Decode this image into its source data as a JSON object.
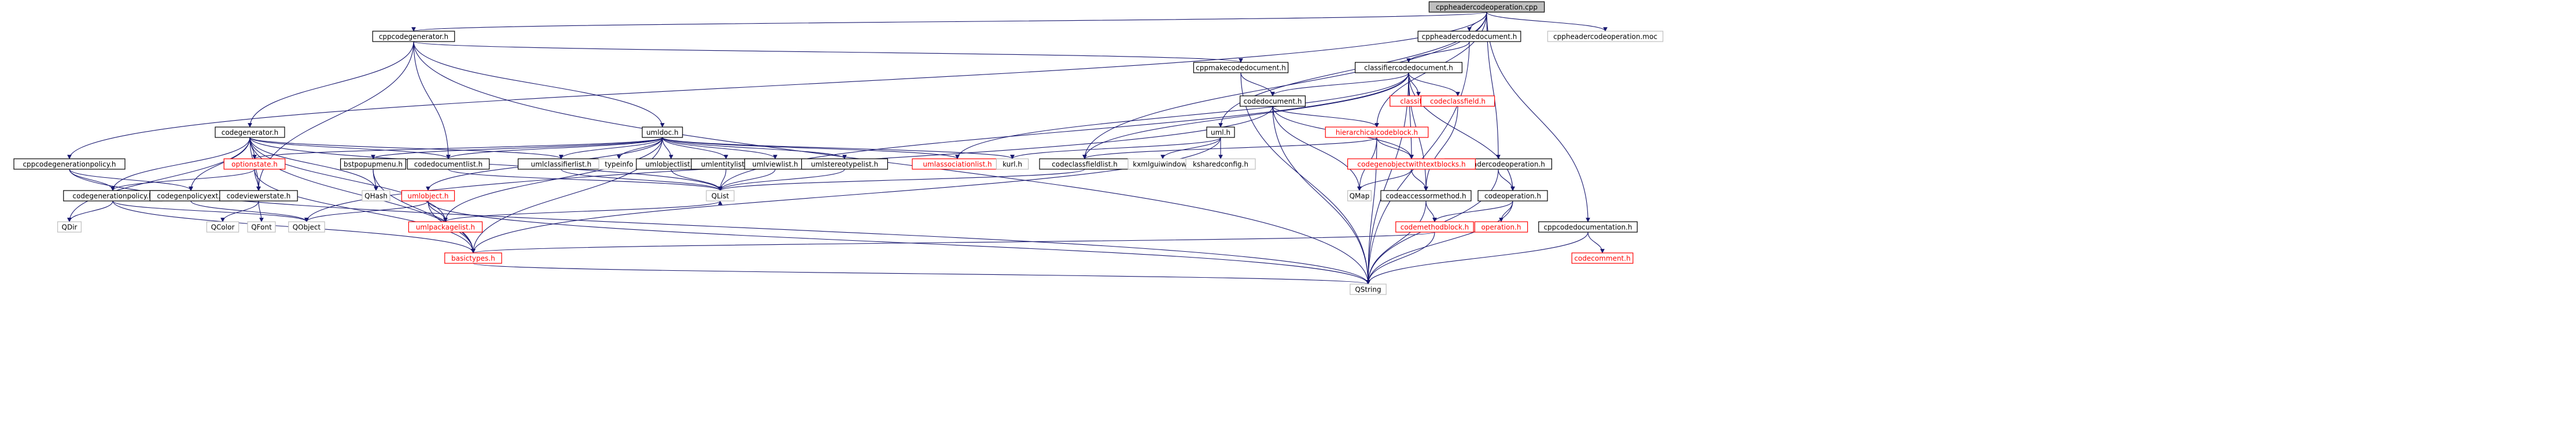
{
  "graph": {
    "nodes": [
      {
        "id": "root",
        "label": "cppheadercodeoperation.cpp",
        "style": "root"
      },
      {
        "id": "cppcodegenerator_h",
        "label": "cppcodegenerator.h",
        "style": "normal"
      },
      {
        "id": "cppheadercodedocument_h",
        "label": "cppheadercodedocument.h",
        "style": "normal"
      },
      {
        "id": "moc",
        "label": "cppheadercodeoperation.moc",
        "style": "plain"
      },
      {
        "id": "cppmakecodedocument_h",
        "label": "cppmakecodedocument.h",
        "style": "normal"
      },
      {
        "id": "classifiercodedocument_h",
        "label": "classifiercodedocument.h",
        "style": "normal"
      },
      {
        "id": "codegenerator_h",
        "label": "codegenerator.h",
        "style": "normal"
      },
      {
        "id": "umldoc_h",
        "label": "umldoc.h",
        "style": "normal"
      },
      {
        "id": "codedocument_h",
        "label": "codedocument.h",
        "style": "normal"
      },
      {
        "id": "classifier_h",
        "label": "classifier.h",
        "style": "missing"
      },
      {
        "id": "codeclassfield_h",
        "label": "codeclassfield.h",
        "style": "missing"
      },
      {
        "id": "uml_h",
        "label": "uml.h",
        "style": "normal"
      },
      {
        "id": "hierarchicalcodeblock_h",
        "label": "hierarchicalcodeblock.h",
        "style": "missing"
      },
      {
        "id": "cppheadercodeoperation_h",
        "label": "cppheadercodeoperation.h",
        "style": "normal"
      },
      {
        "id": "cppcodegenerationpolicy_h",
        "label": "cppcodegenerationpolicy.h",
        "style": "normal"
      },
      {
        "id": "optionstate_h",
        "label": "optionstate.h",
        "style": "missing"
      },
      {
        "id": "codedocumentlist_h",
        "label": "codedocumentlist.h",
        "style": "normal"
      },
      {
        "id": "umlclassifierlist_h",
        "label": "umlclassifierlist.h",
        "style": "normal"
      },
      {
        "id": "typeinfo",
        "label": "typeinfo",
        "style": "plain"
      },
      {
        "id": "umlobjectlist_h",
        "label": "umlobjectlist.h",
        "style": "normal"
      },
      {
        "id": "umlentitylist_h",
        "label": "umlentitylist.h",
        "style": "normal"
      },
      {
        "id": "umlviewlist_h",
        "label": "umlviewlist.h",
        "style": "normal"
      },
      {
        "id": "umlstereotypelist_h",
        "label": "umlstereotypelist.h",
        "style": "normal"
      },
      {
        "id": "umlassociationlist_h",
        "label": "umlassociationlist.h",
        "style": "missing"
      },
      {
        "id": "kurl_h",
        "label": "kurl.h",
        "style": "plain"
      },
      {
        "id": "codeclassfieldlist_h",
        "label": "codeclassfieldlist.h",
        "style": "normal"
      },
      {
        "id": "kxmlguiwindow_h",
        "label": "kxmlguiwindow.h",
        "style": "plain"
      },
      {
        "id": "ksharedconfig_h",
        "label": "ksharedconfig.h",
        "style": "plain"
      },
      {
        "id": "codegenobjectwithtextblocks_h",
        "label": "codegenobjectwithtextblocks.h",
        "style": "missing"
      },
      {
        "id": "codeoperation_h",
        "label": "codeoperation.h",
        "style": "normal"
      },
      {
        "id": "bstpopupmenu_h",
        "label": "bstpopupmenu.h",
        "style": "normal"
      },
      {
        "id": "codegenerationpolicy_h",
        "label": "codegenerationpolicy.h",
        "style": "normal"
      },
      {
        "id": "codegenpolicyext_h",
        "label": "codegenpolicyext.h",
        "style": "normal"
      },
      {
        "id": "codeviewerstate_h",
        "label": "codeviewerstate.h",
        "style": "normal"
      },
      {
        "id": "QHash",
        "label": "QHash",
        "style": "plain"
      },
      {
        "id": "QList",
        "label": "QList",
        "style": "plain"
      },
      {
        "id": "QMap",
        "label": "QMap",
        "style": "plain"
      },
      {
        "id": "codeaccessormethod_h",
        "label": "codeaccessormethod.h",
        "style": "normal"
      },
      {
        "id": "umlobject_h",
        "label": "umlobject.h",
        "style": "missing"
      },
      {
        "id": "QObject",
        "label": "QObject",
        "style": "plain"
      },
      {
        "id": "QDir",
        "label": "QDir",
        "style": "plain"
      },
      {
        "id": "QColor",
        "label": "QColor",
        "style": "plain"
      },
      {
        "id": "QFont",
        "label": "QFont",
        "style": "plain"
      },
      {
        "id": "umlpackagelist_h",
        "label": "umlpackagelist.h",
        "style": "missing"
      },
      {
        "id": "codemethodblock_h",
        "label": "codemethodblock.h",
        "style": "missing"
      },
      {
        "id": "operation_h",
        "label": "operation.h",
        "style": "missing"
      },
      {
        "id": "cppcodedocumentation_h",
        "label": "cppcodedocumentation.h",
        "style": "normal"
      },
      {
        "id": "codecomment_h",
        "label": "codecomment.h",
        "style": "missing"
      },
      {
        "id": "basictypes_h",
        "label": "basictypes.h",
        "style": "missing"
      },
      {
        "id": "QString",
        "label": "QString",
        "style": "plain"
      }
    ],
    "edges": [
      [
        "root",
        "cppcodegenerator_h"
      ],
      [
        "root",
        "cppheadercodedocument_h"
      ],
      [
        "root",
        "moc"
      ],
      [
        "root",
        "cppcodegenerationpolicy_h"
      ],
      [
        "root",
        "uml_h"
      ],
      [
        "root",
        "cppheadercodeoperation_h"
      ],
      [
        "root",
        "cppcodedocumentation_h"
      ],
      [
        "root",
        "codeclassfieldlist_h"
      ],
      [
        "root",
        "hierarchicalcodeblock_h"
      ],
      [
        "cppcodegenerator_h",
        "codegenerator_h"
      ],
      [
        "cppcodegenerator_h",
        "umldoc_h"
      ],
      [
        "cppcodegenerator_h",
        "cppmakecodedocument_h"
      ],
      [
        "cppcodegenerator_h",
        "codeviewerstate_h"
      ],
      [
        "cppcodegenerator_h",
        "codedocumentlist_h"
      ],
      [
        "cppcodegenerator_h",
        "QString"
      ],
      [
        "cppheadercodedocument_h",
        "classifiercodedocument_h"
      ],
      [
        "cppheadercodedocument_h",
        "QString"
      ],
      [
        "cppmakecodedocument_h",
        "codedocument_h"
      ],
      [
        "cppmakecodedocument_h",
        "QString"
      ],
      [
        "classifiercodedocument_h",
        "codedocument_h"
      ],
      [
        "classifiercodedocument_h",
        "classifier_h"
      ],
      [
        "classifiercodedocument_h",
        "codeclassfield_h"
      ],
      [
        "classifiercodedocument_h",
        "codeoperation_h"
      ],
      [
        "classifiercodedocument_h",
        "codeaccessormethod_h"
      ],
      [
        "classifiercodedocument_h",
        "codeclassfieldlist_h"
      ],
      [
        "classifiercodedocument_h",
        "umlassociationlist_h"
      ],
      [
        "classifiercodedocument_h",
        "QList"
      ],
      [
        "classifiercodedocument_h",
        "QString"
      ],
      [
        "classifiercodedocument_h",
        "codegenobjectwithtextblocks_h"
      ],
      [
        "codedocument_h",
        "hierarchicalcodeblock_h"
      ],
      [
        "codedocument_h",
        "QMap"
      ],
      [
        "codedocument_h",
        "QString"
      ],
      [
        "codedocument_h",
        "QObject"
      ],
      [
        "codedocument_h",
        "codegenobjectwithtextblocks_h"
      ],
      [
        "hierarchicalcodeblock_h",
        "codegenobjectwithtextblocks_h"
      ],
      [
        "hierarchicalcodeblock_h",
        "QMap"
      ],
      [
        "hierarchicalcodeblock_h",
        "codeclassfieldlist_h"
      ],
      [
        "hierarchicalcodeblock_h",
        "QString"
      ],
      [
        "codegenobjectwithtextblocks_h",
        "codeaccessormethod_h"
      ],
      [
        "codegenobjectwithtextblocks_h",
        "QMap"
      ],
      [
        "codeclassfield_h",
        "codeaccessormethod_h"
      ],
      [
        "codeaccessormethod_h",
        "codemethodblock_h"
      ],
      [
        "codeaccessormethod_h",
        "QString"
      ],
      [
        "codeoperation_h",
        "codemethodblock_h"
      ],
      [
        "codeoperation_h",
        "operation_h"
      ],
      [
        "codeoperation_h",
        "QString"
      ],
      [
        "codemethodblock_h",
        "basictypes_h"
      ],
      [
        "codemethodblock_h",
        "QString"
      ],
      [
        "cppheadercodeoperation_h",
        "codeoperation_h"
      ],
      [
        "cppheadercodeoperation_h",
        "QString"
      ],
      [
        "cppcodedocumentation_h",
        "codecomment_h"
      ],
      [
        "cppcodedocumentation_h",
        "QString"
      ],
      [
        "uml_h",
        "kxmlguiwindow_h"
      ],
      [
        "uml_h",
        "ksharedconfig_h"
      ],
      [
        "uml_h",
        "kurl_h"
      ],
      [
        "uml_h",
        "basictypes_h"
      ],
      [
        "codeclassfieldlist_h",
        "QList"
      ],
      [
        "cppcodegenerationpolicy_h",
        "codegenerationpolicy_h"
      ],
      [
        "cppcodegenerationpolicy_h",
        "codegenpolicyext_h"
      ],
      [
        "cppcodegenerationpolicy_h",
        "QString"
      ],
      [
        "codegenerator_h",
        "optionstate_h"
      ],
      [
        "codegenerator_h",
        "codegenerationpolicy_h"
      ],
      [
        "codegenerator_h",
        "codeviewerstate_h"
      ],
      [
        "codegenerator_h",
        "codedocumentlist_h"
      ],
      [
        "codegenerator_h",
        "umlclassifierlist_h"
      ],
      [
        "codegenerator_h",
        "umlpackagelist_h"
      ],
      [
        "codegenerator_h",
        "basictypes_h"
      ],
      [
        "codegenerator_h",
        "QHash"
      ],
      [
        "codegenerator_h",
        "QList"
      ],
      [
        "codegenerator_h",
        "QDir"
      ],
      [
        "codegenerator_h",
        "codegenpolicyext_h"
      ],
      [
        "umldoc_h",
        "optionstate_h"
      ],
      [
        "umldoc_h",
        "bstpopupmenu_h"
      ],
      [
        "umldoc_h",
        "umlclassifierlist_h"
      ],
      [
        "umldoc_h",
        "typeinfo"
      ],
      [
        "umldoc_h",
        "umlobjectlist_h"
      ],
      [
        "umldoc_h",
        "umlentitylist_h"
      ],
      [
        "umldoc_h",
        "umlviewlist_h"
      ],
      [
        "umldoc_h",
        "umlstereotypelist_h"
      ],
      [
        "umldoc_h",
        "umlassociationlist_h"
      ],
      [
        "umldoc_h",
        "kurl_h"
      ],
      [
        "umldoc_h",
        "codedocumentlist_h"
      ],
      [
        "umldoc_h",
        "umlobject_h"
      ],
      [
        "umldoc_h",
        "umlpackagelist_h"
      ],
      [
        "umldoc_h",
        "basictypes_h"
      ],
      [
        "optionstate_h",
        "codeviewerstate_h"
      ],
      [
        "optionstate_h",
        "codegenerationpolicy_h"
      ],
      [
        "optionstate_h",
        "basictypes_h"
      ],
      [
        "bstpopupmenu_h",
        "QHash"
      ],
      [
        "bstpopupmenu_h",
        "basictypes_h"
      ],
      [
        "umlclassifierlist_h",
        "QList"
      ],
      [
        "umlobjectlist_h",
        "QList"
      ],
      [
        "umlentitylist_h",
        "QList"
      ],
      [
        "umlviewlist_h",
        "QList"
      ],
      [
        "umlstereotypelist_h",
        "QList"
      ],
      [
        "codedocumentlist_h",
        "QList"
      ],
      [
        "codegenerationpolicy_h",
        "QDir"
      ],
      [
        "codegenerationpolicy_h",
        "basictypes_h"
      ],
      [
        "codegenerationpolicy_h",
        "QObject"
      ],
      [
        "codegenpolicyext_h",
        "QObject"
      ],
      [
        "codeviewerstate_h",
        "QColor"
      ],
      [
        "codeviewerstate_h",
        "QFont"
      ],
      [
        "umlobject_h",
        "QObject"
      ],
      [
        "umlobject_h",
        "umlpackagelist_h"
      ],
      [
        "umlobject_h",
        "basictypes_h"
      ],
      [
        "umlobject_h",
        "QString"
      ],
      [
        "umlpackagelist_h",
        "QList"
      ],
      [
        "basictypes_h",
        "QString"
      ]
    ]
  }
}
